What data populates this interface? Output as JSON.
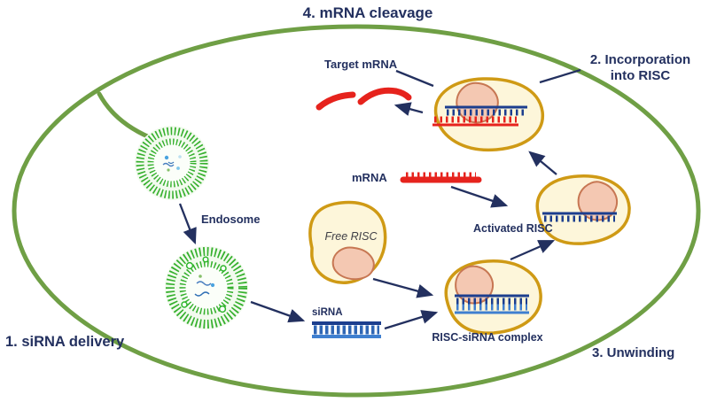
{
  "diagram": {
    "steps": {
      "step1": "1. siRNA delivery",
      "step2_line1": "2. Incorporation",
      "step2_line2": "into RISC",
      "step3": "3. Unwinding",
      "step4": "4. mRNA cleavage"
    },
    "labels": {
      "endosome": "Endosome",
      "free_risc": "Free RISC",
      "sirna": "siRNA",
      "risc_sirna_complex": "RISC-siRNA complex",
      "activated_risc": "Activated RISC",
      "mrna": "mRNA",
      "target_mrna": "Target mRNA"
    },
    "colors": {
      "membrane_green": "#6f9f45",
      "nanoparticle_green": "#35b02d",
      "risc_fill": "#fdf6da",
      "risc_border": "#cf9a15",
      "protein_fill": "#f4c8b2",
      "protein_border": "#c77753",
      "guide_strand_blue": "#1c3e8e",
      "sense_strand_blue": "#3f7fd0",
      "mrna_red": "#e6231d",
      "label_navy": "#23305f"
    }
  }
}
